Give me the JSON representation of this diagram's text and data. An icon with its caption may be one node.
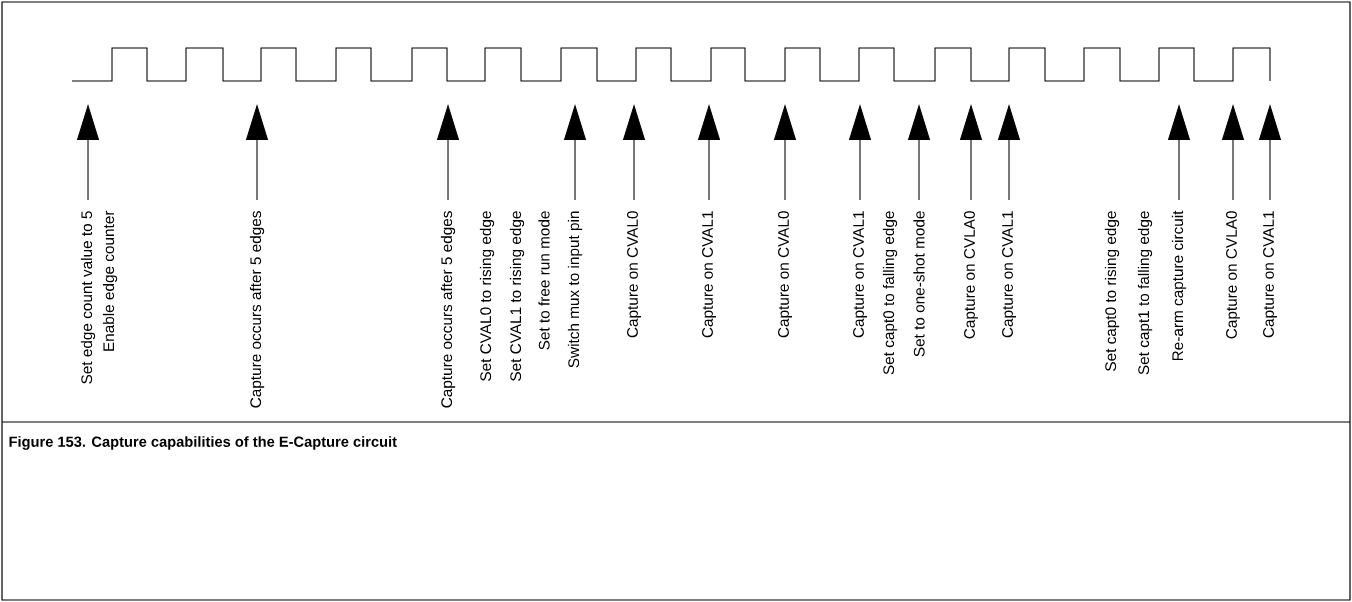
{
  "diagram": {
    "caption": "Figure 153. Capture capabilities of the E-Capture circuit",
    "nodes": [
      {
        "text": [],
        "shape": "picture"
      },
      {
        "text": [
          "Set edge count value to 5"
        ]
      },
      {
        "text": [
          "Capture occurs after 5 edges"
        ]
      },
      {
        "text": [
          "Capture occurs after 5 edges"
        ]
      },
      {
        "text": [
          "Switch mux to input pin"
        ]
      },
      {
        "text": [
          "Capture on CVAL0"
        ]
      },
      {
        "text": [
          "Capture on CVAL1"
        ]
      },
      {
        "text": [
          "Capture on CVAL0"
        ]
      },
      {
        "text": [
          "Capture on CVAL1"
        ]
      },
      {
        "text": [
          "Set to one-shot mode"
        ]
      },
      {
        "text": [
          "Capture on CVLA0"
        ]
      },
      {
        "text": [
          "Capture on CVAL1"
        ]
      },
      {
        "text": [
          "Re-arm capture circuit"
        ]
      },
      {
        "text": [
          "Capture on CVLA0"
        ]
      },
      {
        "text": [
          "Capture on CVAL1"
        ]
      }
    ],
    "edges": [
      {
        "from": 1,
        "to": 0,
        "arrow": "to"
      },
      {
        "from": 2,
        "to": 0,
        "arrow": "to"
      },
      {
        "from": 3,
        "to": 0,
        "arrow": "to"
      },
      {
        "from": 4,
        "to": 0,
        "arrow": "to"
      },
      {
        "from": 5,
        "to": 0,
        "arrow": "to"
      },
      {
        "from": 6,
        "to": 0,
        "arrow": "to"
      },
      {
        "from": 7,
        "to": 0,
        "arrow": "to"
      },
      {
        "from": 8,
        "to": 0,
        "arrow": "to"
      },
      {
        "from": 9,
        "to": 0,
        "arrow": "to"
      },
      {
        "from": 10,
        "to": 0,
        "arrow": "to"
      },
      {
        "from": 11,
        "to": 0,
        "arrow": "to"
      },
      {
        "from": 12,
        "to": 0,
        "arrow": "to"
      },
      {
        "from": 13,
        "to": 0,
        "arrow": "to"
      },
      {
        "from": 14,
        "to": 0,
        "arrow": "to"
      }
    ],
    "labels": [
      "Enable edge counter",
      "Set CVAL0 to rising edge",
      "Set CVAL1 to rising edge",
      "Set to free run mode",
      "Set capt0 to falling edge",
      "Set capt0 to rising edge",
      "Set capt1 to falling edge"
    ]
  }
}
